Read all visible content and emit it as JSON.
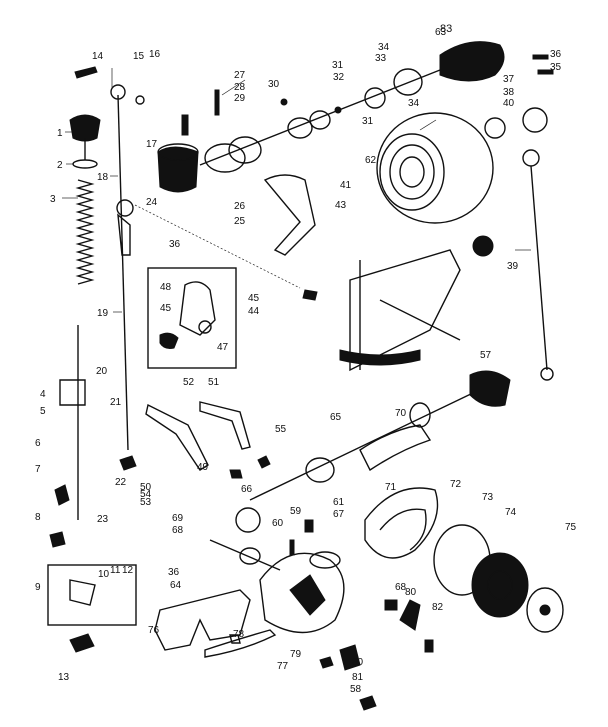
{
  "labels": [
    {
      "id": "1",
      "text": "1"
    },
    {
      "id": "2",
      "text": "2"
    },
    {
      "id": "3",
      "text": "3"
    },
    {
      "id": "4",
      "text": "4"
    },
    {
      "id": "5",
      "text": "5"
    },
    {
      "id": "6",
      "text": "6"
    },
    {
      "id": "7",
      "text": "7"
    },
    {
      "id": "8",
      "text": "8"
    },
    {
      "id": "9",
      "text": "9"
    },
    {
      "id": "10",
      "text": "10"
    },
    {
      "id": "11",
      "text": "11"
    },
    {
      "id": "12",
      "text": "12"
    },
    {
      "id": "13",
      "text": "13"
    },
    {
      "id": "14",
      "text": "14"
    },
    {
      "id": "15",
      "text": "15"
    },
    {
      "id": "16",
      "text": "16"
    },
    {
      "id": "17",
      "text": "17"
    },
    {
      "id": "18",
      "text": "18"
    },
    {
      "id": "19",
      "text": "19"
    },
    {
      "id": "20",
      "text": "20"
    },
    {
      "id": "21",
      "text": "21"
    },
    {
      "id": "22",
      "text": "22"
    },
    {
      "id": "23",
      "text": "23"
    },
    {
      "id": "24",
      "text": "24"
    },
    {
      "id": "25",
      "text": "25"
    },
    {
      "id": "26",
      "text": "26"
    },
    {
      "id": "27",
      "text": "27"
    },
    {
      "id": "28",
      "text": "28"
    },
    {
      "id": "29",
      "text": "29"
    },
    {
      "id": "30",
      "text": "30"
    },
    {
      "id": "31a",
      "text": "31"
    },
    {
      "id": "31b",
      "text": "31"
    },
    {
      "id": "32",
      "text": "32"
    },
    {
      "id": "33",
      "text": "33"
    },
    {
      "id": "34a",
      "text": "34"
    },
    {
      "id": "34b",
      "text": "34"
    },
    {
      "id": "35",
      "text": "35"
    },
    {
      "id": "36a",
      "text": "36"
    },
    {
      "id": "36b",
      "text": "36"
    },
    {
      "id": "36c",
      "text": "36"
    },
    {
      "id": "37",
      "text": "37"
    },
    {
      "id": "38",
      "text": "38"
    },
    {
      "id": "39",
      "text": "39"
    },
    {
      "id": "40",
      "text": "40"
    },
    {
      "id": "41",
      "text": "41"
    },
    {
      "id": "43",
      "text": "43"
    },
    {
      "id": "44",
      "text": "44"
    },
    {
      "id": "45a",
      "text": "45"
    },
    {
      "id": "45b",
      "text": "45"
    },
    {
      "id": "47",
      "text": "47"
    },
    {
      "id": "48",
      "text": "48"
    },
    {
      "id": "49",
      "text": "49"
    },
    {
      "id": "50",
      "text": "50"
    },
    {
      "id": "51",
      "text": "51"
    },
    {
      "id": "52",
      "text": "52"
    },
    {
      "id": "53",
      "text": "53"
    },
    {
      "id": "54",
      "text": "54"
    },
    {
      "id": "55",
      "text": "55"
    },
    {
      "id": "57",
      "text": "57"
    },
    {
      "id": "58",
      "text": "58"
    },
    {
      "id": "59",
      "text": "59"
    },
    {
      "id": "60",
      "text": "60"
    },
    {
      "id": "61",
      "text": "61"
    },
    {
      "id": "62",
      "text": "62"
    },
    {
      "id": "63",
      "text": "63"
    },
    {
      "id": "64",
      "text": "64"
    },
    {
      "id": "65",
      "text": "65"
    },
    {
      "id": "66",
      "text": "66"
    },
    {
      "id": "67",
      "text": "67"
    },
    {
      "id": "68a",
      "text": "68"
    },
    {
      "id": "68b",
      "text": "68"
    },
    {
      "id": "69",
      "text": "69"
    },
    {
      "id": "70",
      "text": "70"
    },
    {
      "id": "71",
      "text": "71"
    },
    {
      "id": "72",
      "text": "72"
    },
    {
      "id": "73",
      "text": "73"
    },
    {
      "id": "74",
      "text": "74"
    },
    {
      "id": "75",
      "text": "75"
    },
    {
      "id": "76",
      "text": "76"
    },
    {
      "id": "77",
      "text": "77"
    },
    {
      "id": "78",
      "text": "78"
    },
    {
      "id": "79",
      "text": "79"
    },
    {
      "id": "80a",
      "text": "80"
    },
    {
      "id": "80b",
      "text": "80"
    },
    {
      "id": "81",
      "text": "81"
    },
    {
      "id": "82",
      "text": "82"
    },
    {
      "id": "83",
      "text": "83"
    }
  ]
}
